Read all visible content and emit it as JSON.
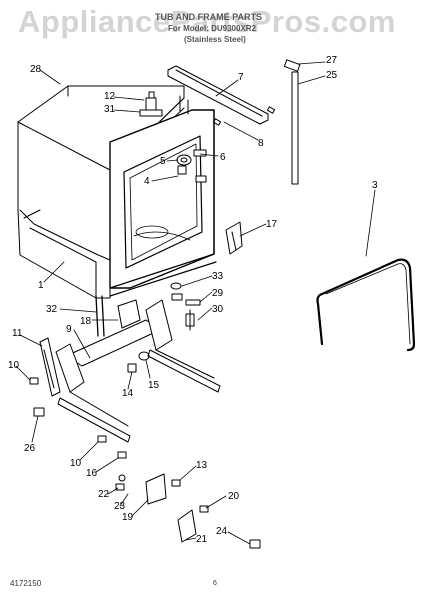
{
  "watermark": "AppliancePartsPros.com",
  "header": {
    "title": "TUB AND FRAME PARTS",
    "model_line": "For Model: DU9300XR2",
    "variant": "(Stainless Steel)"
  },
  "footer": {
    "code": "4172150",
    "page": "6"
  },
  "callouts": [
    {
      "id": "c1",
      "text": "1"
    },
    {
      "id": "c2",
      "text": "3"
    },
    {
      "id": "c3",
      "text": "4"
    },
    {
      "id": "c4",
      "text": "5"
    },
    {
      "id": "c5",
      "text": "6"
    },
    {
      "id": "c6",
      "text": "7"
    },
    {
      "id": "c7",
      "text": "8"
    },
    {
      "id": "c8",
      "text": "9"
    },
    {
      "id": "c9",
      "text": "10"
    },
    {
      "id": "c10",
      "text": "10"
    },
    {
      "id": "c11",
      "text": "11"
    },
    {
      "id": "c12",
      "text": "12"
    },
    {
      "id": "c13",
      "text": "13"
    },
    {
      "id": "c14",
      "text": "14"
    },
    {
      "id": "c15",
      "text": "15"
    },
    {
      "id": "c16",
      "text": "16"
    },
    {
      "id": "c17",
      "text": "17"
    },
    {
      "id": "c18",
      "text": "18"
    },
    {
      "id": "c19",
      "text": "19"
    },
    {
      "id": "c20",
      "text": "20"
    },
    {
      "id": "c21",
      "text": "21"
    },
    {
      "id": "c22",
      "text": "22"
    },
    {
      "id": "c23",
      "text": "23"
    },
    {
      "id": "c24",
      "text": "24"
    },
    {
      "id": "c25",
      "text": "25"
    },
    {
      "id": "c26",
      "text": "26"
    },
    {
      "id": "c27",
      "text": "27"
    },
    {
      "id": "c28",
      "text": "28"
    },
    {
      "id": "c29",
      "text": "29"
    },
    {
      "id": "c30",
      "text": "30"
    },
    {
      "id": "c31",
      "text": "31"
    },
    {
      "id": "c32",
      "text": "32"
    },
    {
      "id": "c33",
      "text": "33"
    }
  ]
}
